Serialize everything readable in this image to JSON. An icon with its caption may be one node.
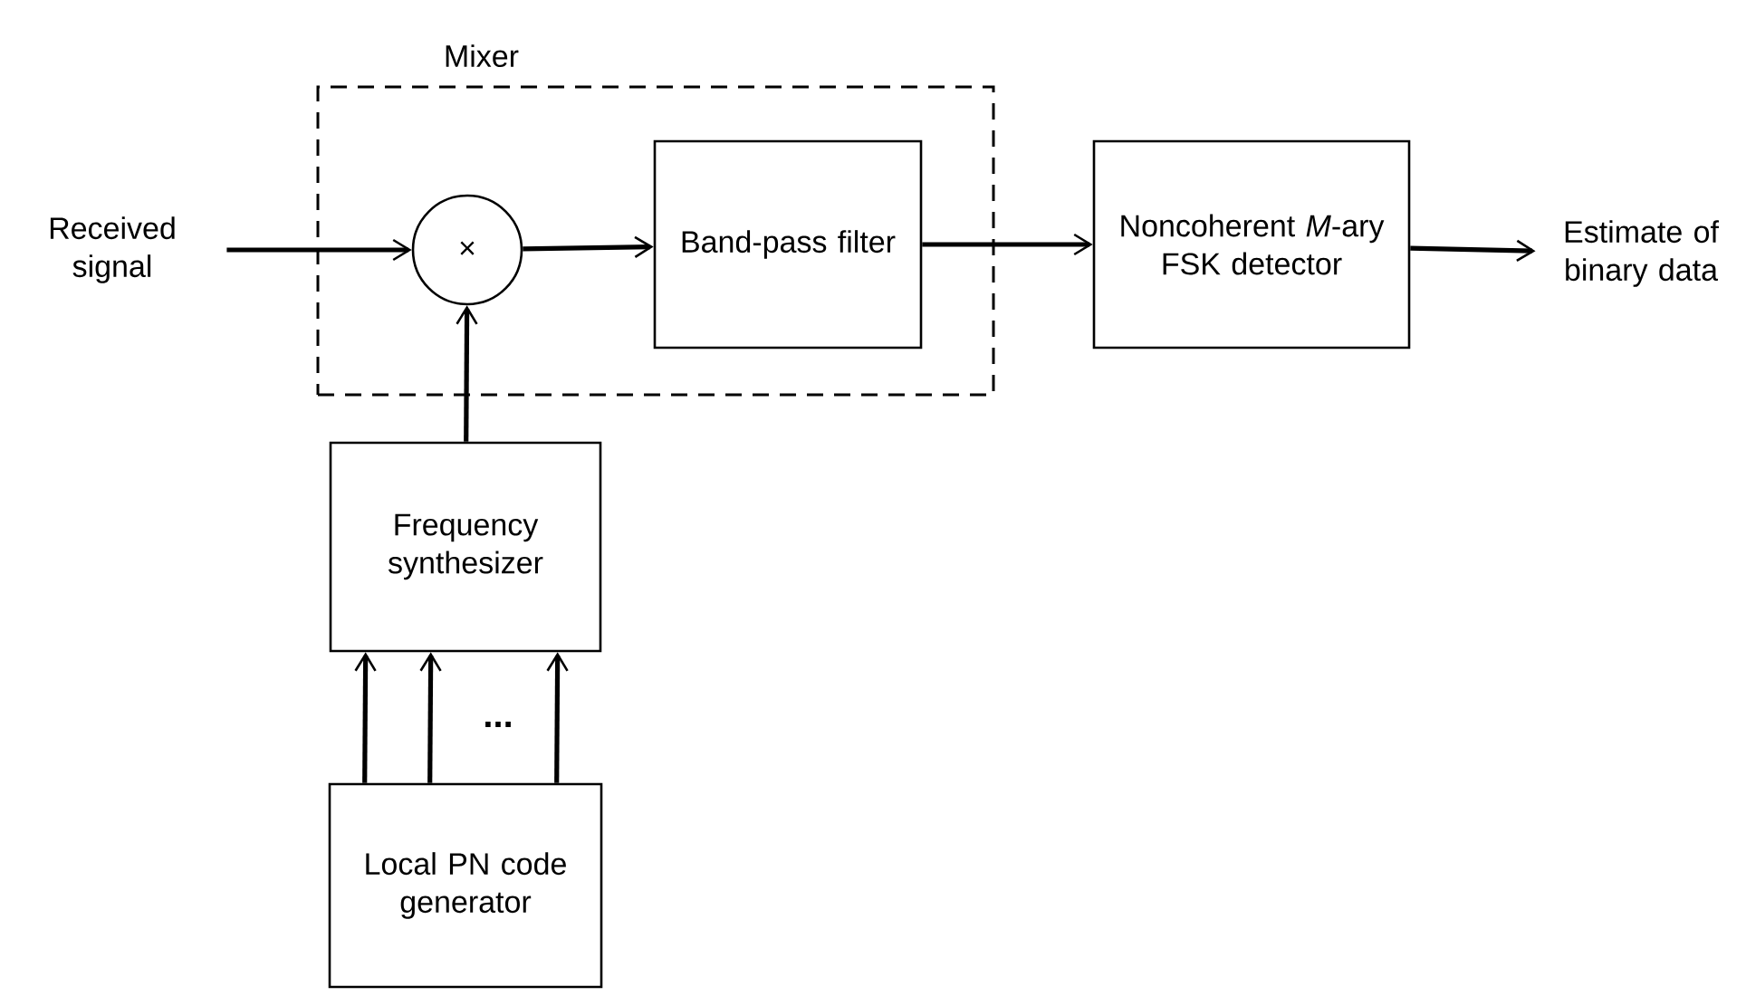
{
  "diagram": {
    "nodes": [
      {
        "text": [
          "Received signal"
        ]
      },
      {
        "text": [
          "Mixer"
        ]
      },
      {
        "text": [
          "×"
        ],
        "in": 1
      },
      {
        "text": [
          "Band-pass filter"
        ],
        "in": 1
      },
      {
        "text": [
          "Noncoherent *M*-ary FSK detector"
        ]
      },
      {
        "text": [
          "Estimate of binary data"
        ]
      },
      {
        "text": [
          "Frequency synthesizer"
        ]
      },
      {
        "text": [
          "Local PN code generator"
        ]
      }
    ],
    "edges": [
      {
        "from": 0,
        "to": 2,
        "arrow": "to"
      },
      {
        "from": 2,
        "to": 3,
        "arrow": "to"
      },
      {
        "from": 3,
        "to": 4,
        "arrow": "to"
      },
      {
        "from": 4,
        "to": 5,
        "arrow": "to"
      },
      {
        "from": 6,
        "to": 2,
        "arrow": "to"
      },
      {
        "from": 7,
        "to": 6,
        "arrow": "to"
      },
      {
        "from": 7,
        "to": 6,
        "arrow": "to"
      },
      {
        "from": 7,
        "to": 6,
        "arrow": "to"
      }
    ],
    "labels": [
      "..."
    ]
  }
}
